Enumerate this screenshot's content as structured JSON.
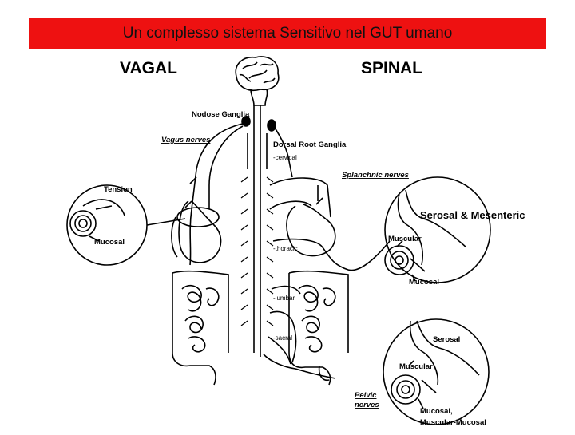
{
  "title": "Un complesso sistema Sensitivo nel GUT umano",
  "diagram": {
    "vagal": "VAGAL",
    "spinal": "SPINAL",
    "nodose_ganglia": "Nodose Ganglia",
    "vagus_nerves": "Vagus nerves",
    "dorsal_root_ganglia": "Dorsal Root Ganglia",
    "cervical": "-cervical",
    "thoracic": "-thoracic",
    "lumbar": "-lumbar",
    "sacral": "-sacral",
    "splanchnic_nerves": "Splanchnic nerves",
    "pelvic_nerves_1": "Pelvic",
    "pelvic_nerves_2": "nerves",
    "left_inset": {
      "tension": "Tension",
      "mucosal": "Mucosal"
    },
    "right_top_inset": {
      "serosal_mesenteric": "Serosal & Mesenteric",
      "muscular": "Muscular",
      "mucosal": "Mucosal"
    },
    "right_bottom_inset": {
      "serosal": "Serosal",
      "muscular": "Muscular",
      "mucosal_1": "Mucosal,",
      "mucosal_2": "Muscular-Mucosal"
    }
  }
}
